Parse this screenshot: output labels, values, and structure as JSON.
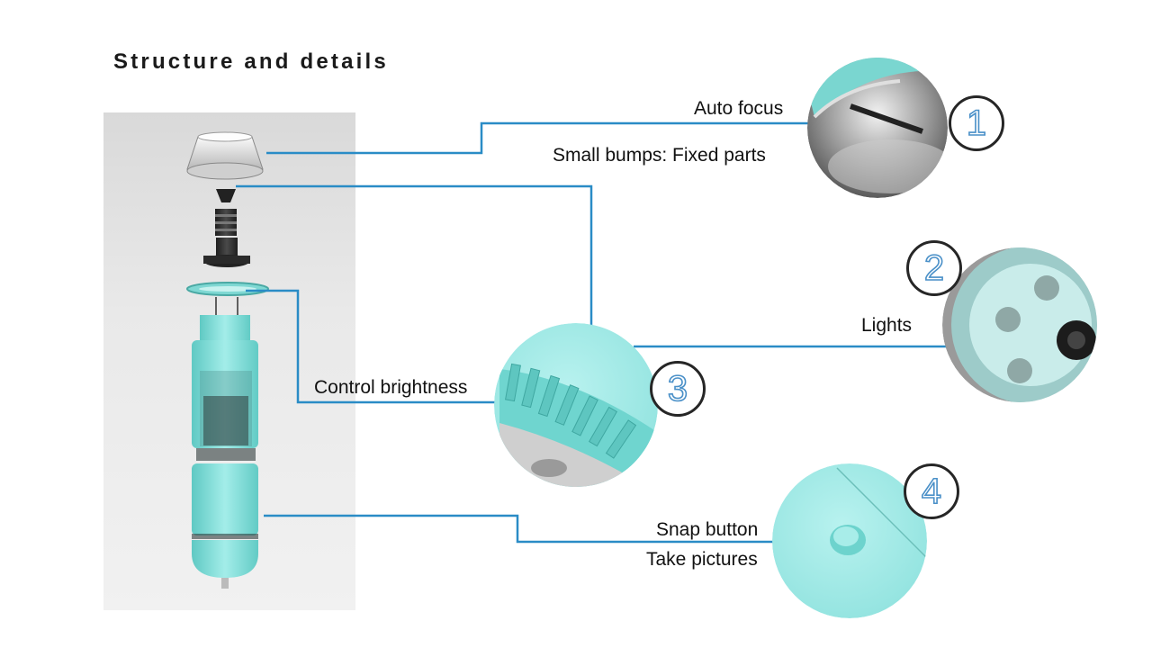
{
  "title": "Structure and details",
  "labels": {
    "auto_focus": "Auto focus",
    "small_bumps": "Small bumps: Fixed parts",
    "lights": "Lights",
    "control_brightness": "Control brightness",
    "snap_button": "Snap button",
    "take_pictures": "Take pictures"
  },
  "badges": [
    "1",
    "2",
    "3",
    "4"
  ],
  "colors": {
    "leader_line": "#2a8cc6",
    "device_teal": "#86e3de",
    "panel_gray": "#e4e4e4",
    "badge_outline": "#262626",
    "badge_number": "#4a90c8"
  },
  "icons": [
    "exploded-device-render",
    "lens-detail-photo",
    "lights-detail-photo",
    "brightness-ring-detail-photo",
    "snap-button-detail-photo"
  ]
}
